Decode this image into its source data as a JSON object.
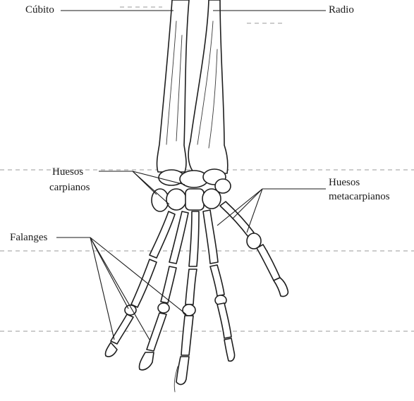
{
  "labels": {
    "cubito": "Cúbito",
    "radio": "Radio",
    "huesos_carpianos": [
      "Huesos",
      "carpianos"
    ],
    "huesos_metacarpianos": [
      "Huesos",
      "metacarpianos"
    ],
    "falanges": "Falanges"
  }
}
